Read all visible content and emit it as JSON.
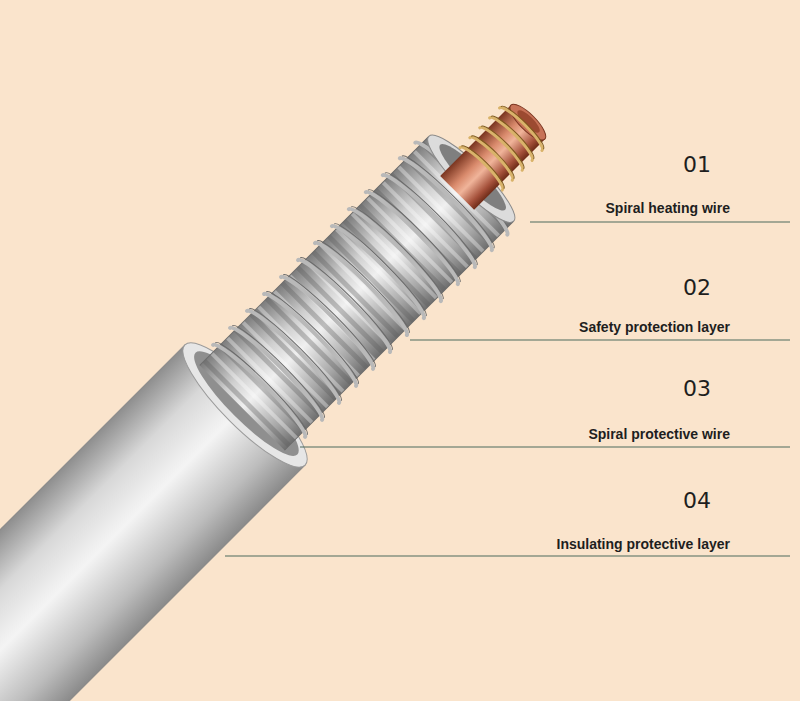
{
  "diagram": {
    "labels": [
      "01",
      "Spiral heating wire",
      "02",
      "Safety protection layer",
      "03",
      "Spiral protective wire",
      "04",
      "Insulating protective layer"
    ]
  }
}
